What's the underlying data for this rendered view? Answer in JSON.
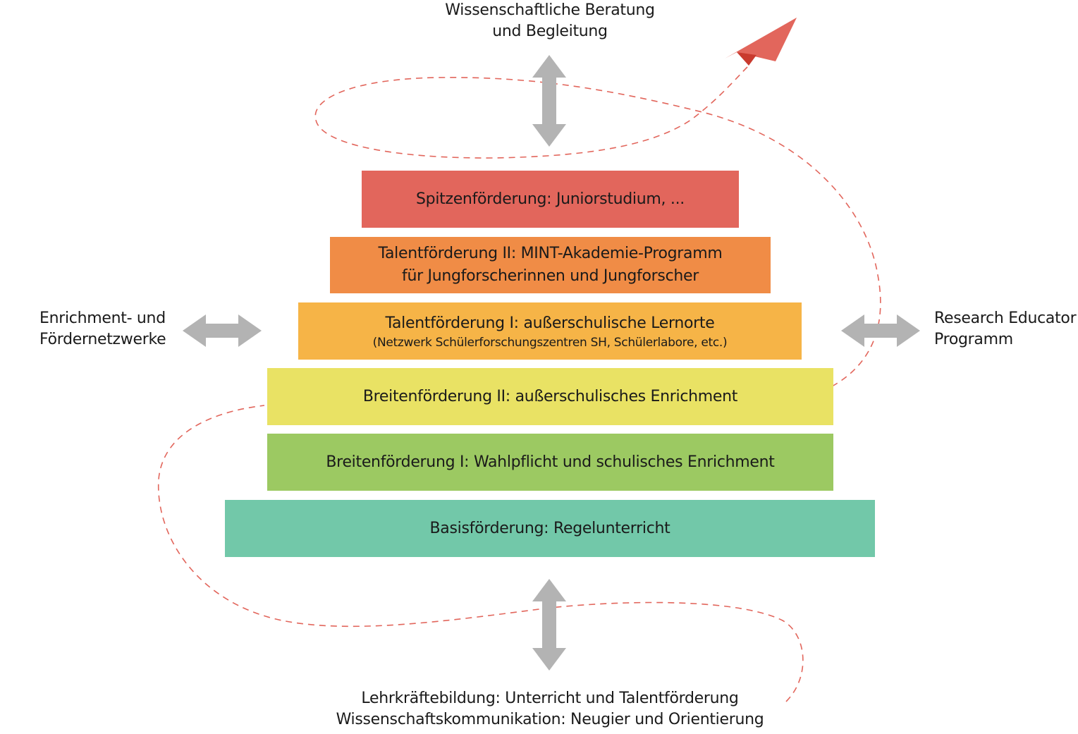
{
  "top_label": [
    "Wissenschaftliche Beratung",
    "und Begleitung"
  ],
  "left_label": [
    "Enrichment- und",
    "Fördernetzwerke"
  ],
  "right_label": [
    "Research Educator",
    "Programm"
  ],
  "bottom_label": [
    "Lehrkräftebildung: Unterricht und Talentförderung",
    "Wissenschaftskommunikation: Neugier und Orientierung"
  ],
  "tiers": [
    {
      "lines": [
        "Spitzenförderung: Juniorstudium, ..."
      ],
      "sub": "",
      "color": "#e2665c"
    },
    {
      "lines": [
        "Talentförderung II: MINT-Akademie-Programm",
        "für Jungforscherinnen und Jungforscher"
      ],
      "sub": "",
      "color": "#f08c46"
    },
    {
      "lines": [
        "Talentförderung I: außerschulische Lernorte"
      ],
      "sub": "(Netzwerk Schülerforschungszentren SH, Schülerlabore, etc.)",
      "color": "#f6b447"
    },
    {
      "lines": [
        "Breitenförderung II: außerschulisches Enrichment"
      ],
      "sub": "",
      "color": "#e9e264"
    },
    {
      "lines": [
        "Breitenförderung I: Wahlpflicht und schulisches Enrichment"
      ],
      "sub": "",
      "color": "#9cc962"
    },
    {
      "lines": [
        "Basisförderung: Regelunterricht"
      ],
      "sub": "",
      "color": "#72c8a9"
    }
  ],
  "colors": {
    "arrow": "#b3b3b3",
    "path": "#e2665c",
    "plane": "#e2665c",
    "plane_shadow": "#c93a2e"
  },
  "icons": {
    "plane": "paper-plane-icon",
    "arrows": "double-arrow-icon"
  }
}
